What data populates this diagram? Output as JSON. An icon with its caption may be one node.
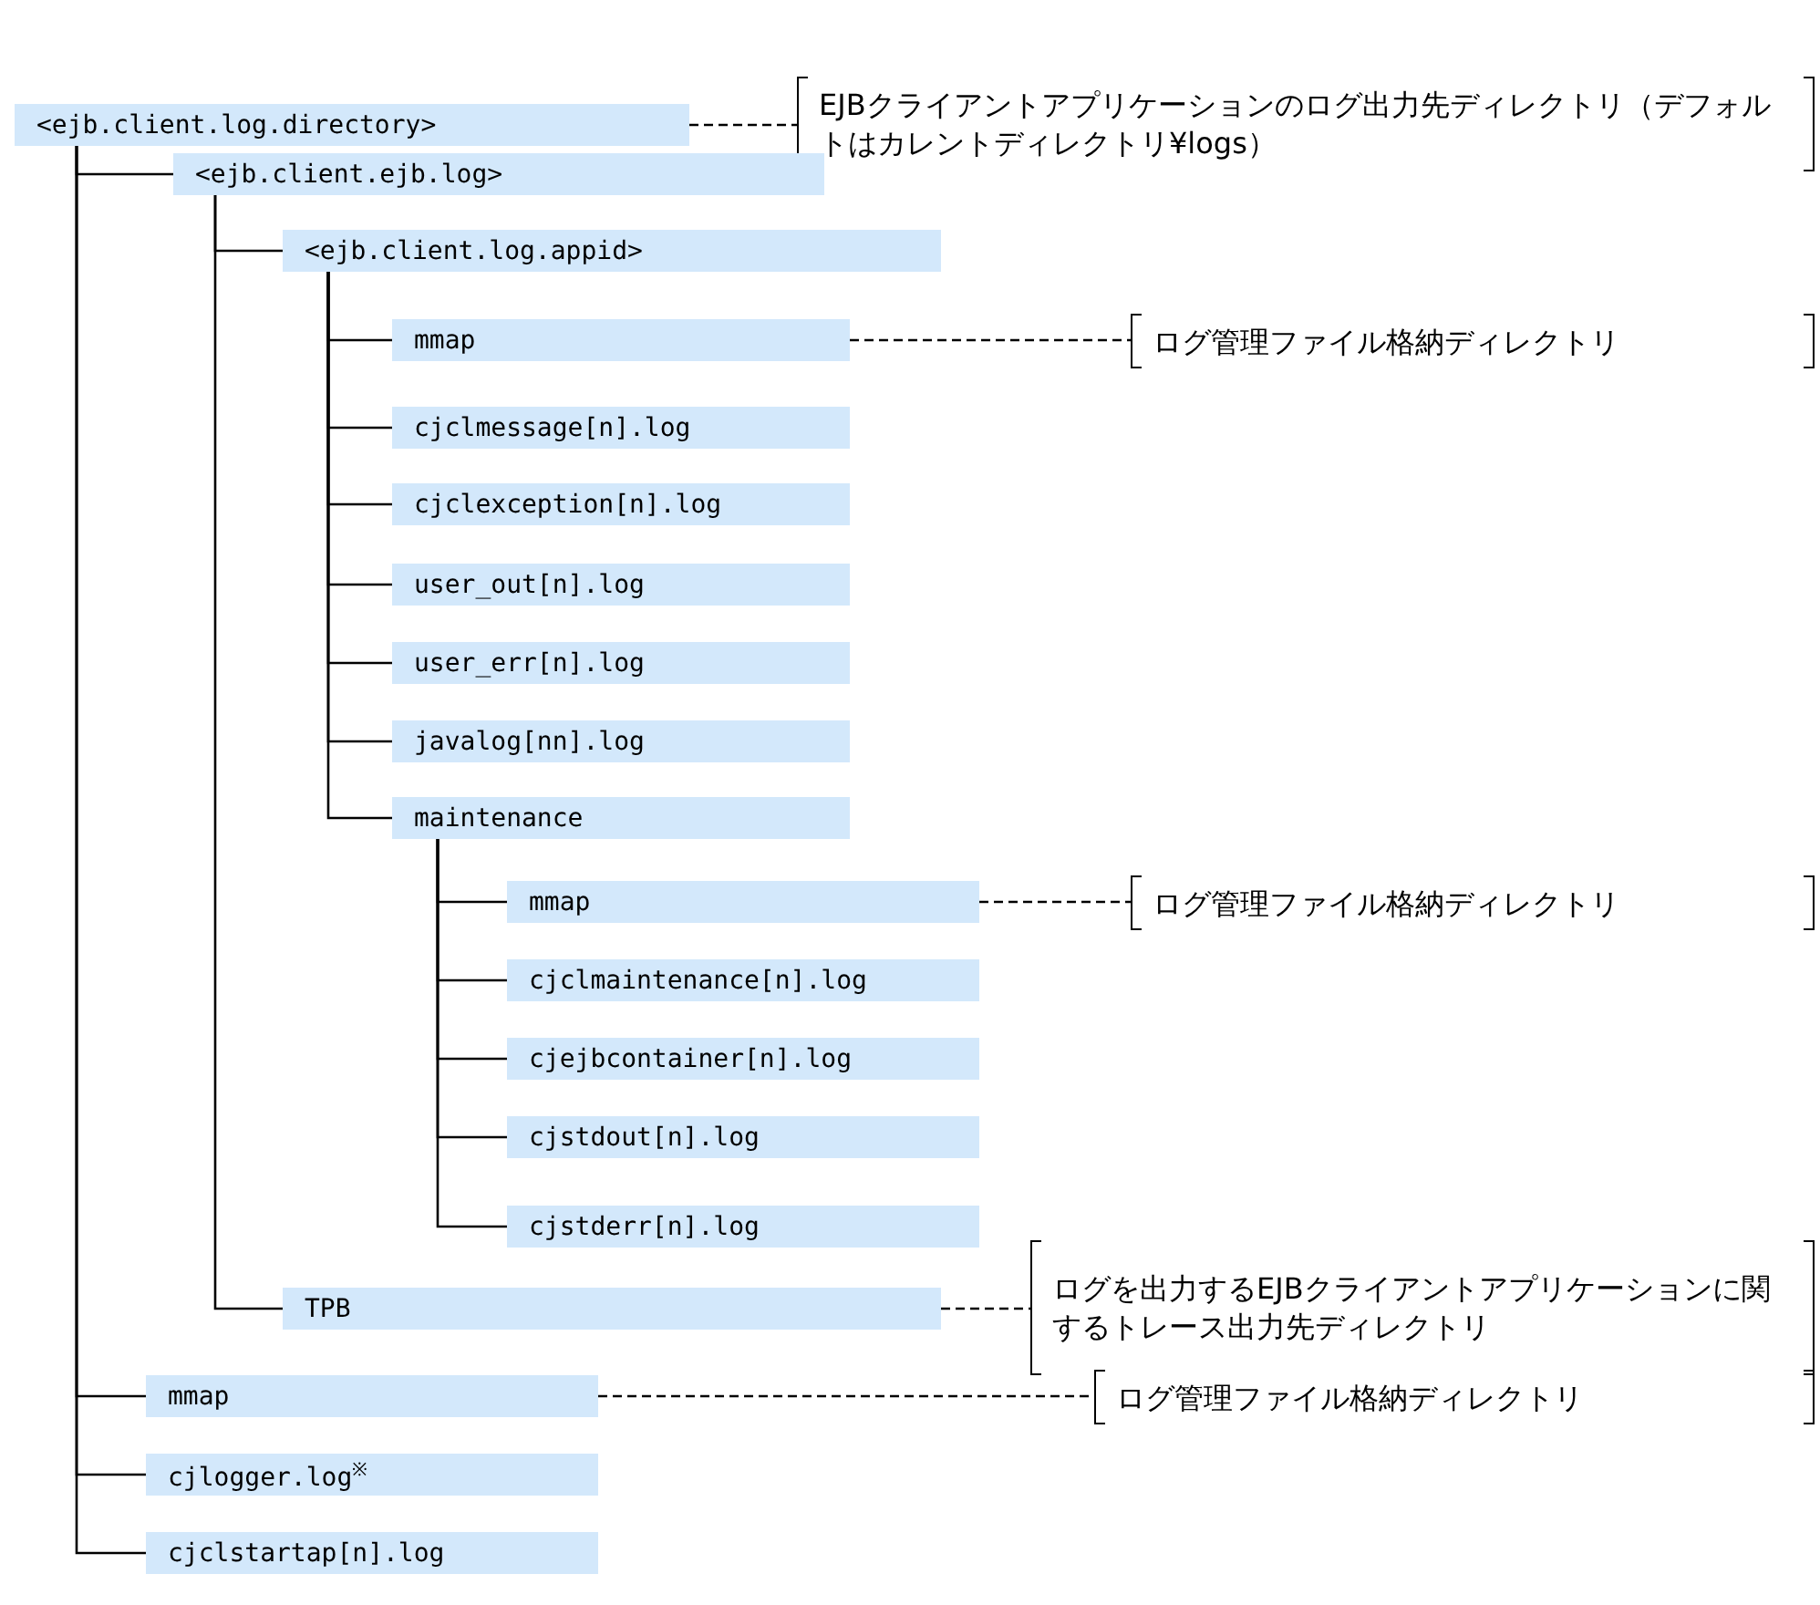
{
  "diagram": {
    "nodes": [
      {
        "text": [
          "<ejb.client.log.directory>"
        ]
      },
      {
        "text": [
          "EJBクライアントアプリケーションのログ出力先ディレクトリ（デフォルトはカレントディレクトリ¥logs）"
        ]
      },
      {
        "text": [
          "<ejb.client.ejb.log>"
        ]
      },
      {
        "text": [
          "<ejb.client.log.appid>"
        ]
      },
      {
        "text": [
          "mmap"
        ]
      },
      {
        "text": [
          "ログ管理ファイル格納ディレクトリ"
        ]
      },
      {
        "text": [
          "cjclmessage[n].log"
        ]
      },
      {
        "text": [
          "cjclexception[n].log"
        ]
      },
      {
        "text": [
          "user_out[n].log"
        ]
      },
      {
        "text": [
          "user_err[n].log"
        ]
      },
      {
        "text": [
          "javalog[nn].log"
        ]
      },
      {
        "text": [
          "maintenance"
        ]
      },
      {
        "text": [
          "mmap"
        ]
      },
      {
        "text": [
          "ログ管理ファイル格納ディレクトリ"
        ]
      },
      {
        "text": [
          "cjclmaintenance[n].log"
        ]
      },
      {
        "text": [
          "cjejbcontainer[n].log"
        ]
      },
      {
        "text": [
          "cjstdout[n].log"
        ]
      },
      {
        "text": [
          "cjstderr[n].log"
        ]
      },
      {
        "text": [
          "TPB"
        ]
      },
      {
        "text": [
          "ログを出力するEJBクライアントアプリケーションに関するトレース出力先ディレクトリ"
        ]
      },
      {
        "text": [
          "mmap"
        ]
      },
      {
        "text": [
          "ログ管理ファイル格納ディレクトリ"
        ]
      },
      {
        "text": [
          "cjlogger.log$^{※}$"
        ]
      },
      {
        "text": [
          "cjclstartap[n].log"
        ]
      }
    ],
    "edges": [
      {
        "from": 0,
        "to": 1,
        "arrow": "none",
        "style": "dashed"
      },
      {
        "from": 0,
        "to": 2,
        "arrow": "none"
      },
      {
        "from": 2,
        "to": 3,
        "arrow": "none"
      },
      {
        "from": 3,
        "to": 4,
        "arrow": "none"
      },
      {
        "from": 4,
        "to": 5,
        "arrow": "none",
        "style": "dashed"
      },
      {
        "from": 3,
        "to": 6,
        "arrow": "none"
      },
      {
        "from": 3,
        "to": 7,
        "arrow": "none"
      },
      {
        "from": 3,
        "to": 8,
        "arrow": "none"
      },
      {
        "from": 3,
        "to": 9,
        "arrow": "none"
      },
      {
        "from": 3,
        "to": 10,
        "arrow": "none"
      },
      {
        "from": 3,
        "to": 11,
        "arrow": "none"
      },
      {
        "from": 11,
        "to": 12,
        "arrow": "none"
      },
      {
        "from": 12,
        "to": 13,
        "arrow": "none",
        "style": "dashed"
      },
      {
        "from": 11,
        "to": 14,
        "arrow": "none"
      },
      {
        "from": 11,
        "to": 15,
        "arrow": "none"
      },
      {
        "from": 11,
        "to": 16,
        "arrow": "none"
      },
      {
        "from": 11,
        "to": 17,
        "arrow": "none"
      },
      {
        "from": 2,
        "to": 18,
        "arrow": "none"
      },
      {
        "from": 18,
        "to": 19,
        "arrow": "none",
        "style": "dashed"
      },
      {
        "from": 0,
        "to": 20,
        "arrow": "none"
      },
      {
        "from": 20,
        "to": 21,
        "arrow": "none",
        "style": "dashed"
      },
      {
        "from": 0,
        "to": 22,
        "arrow": "none"
      },
      {
        "from": 0,
        "to": 23,
        "arrow": "none"
      }
    ]
  }
}
